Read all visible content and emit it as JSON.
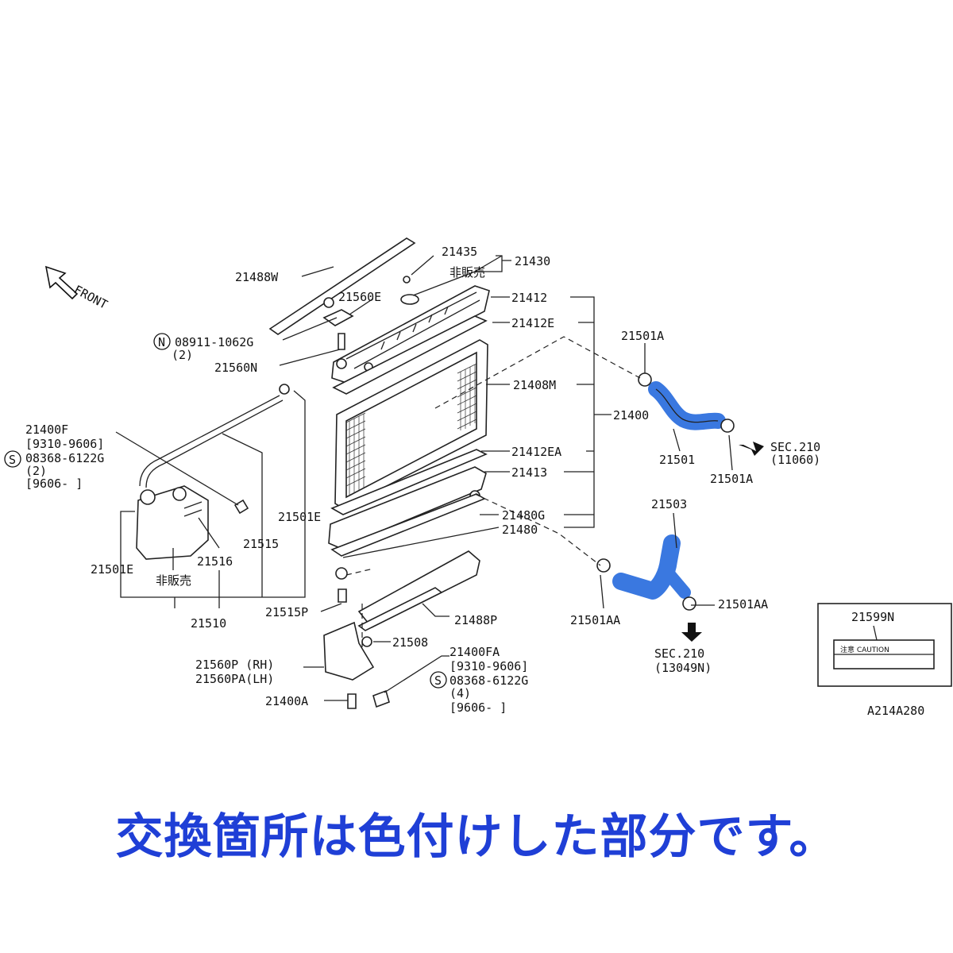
{
  "diagram": {
    "front_label": "FRONT",
    "part_numbers": {
      "p21488W": "21488W",
      "p21435": "21435",
      "p21430": "21430",
      "not_for_sale_1": "非販売",
      "p21560E": "21560E",
      "p21412": "21412",
      "p21412E": "21412E",
      "p08911": "08911-1062G",
      "p08911_qty": "(2)",
      "p21560N": "21560N",
      "p21501A_top": "21501A",
      "p21408M": "21408M",
      "p21400": "21400",
      "p21400F": "21400F",
      "p21400F_range1": "[9310-9606]",
      "p08368_a": "08368-6122G",
      "p08368_a_qty": "(2)",
      "p21400F_range2": "[9606-     ]",
      "p21412EA": "21412EA",
      "p21413": "21413",
      "p21501": "21501",
      "p21501A_bottom": "21501A",
      "sec210_a": "SEC.210",
      "sec210_a_ref": "(11060)",
      "p21503": "21503",
      "p21501E_right": "21501E",
      "p21515": "21515",
      "p21480G": "21480G",
      "p21480": "21480",
      "p21516": "21516",
      "p21501E_left": "21501E",
      "not_for_sale_2": "非販売",
      "p21510": "21510",
      "p21501AA_left": "21501AA",
      "p21501AA_right": "21501AA",
      "p21515P": "21515P",
      "p21488P": "21488P",
      "p21508": "21508",
      "p21400FA": "21400FA",
      "p21400FA_range1": "[9310-9606]",
      "p08368_b": "08368-6122G",
      "p08368_b_qty": "(4)",
      "p21400FA_range2": "[9606-     ]",
      "p21560P": "21560P (RH)",
      "p21560PA": "21560PA(LH)",
      "p21400A": "21400A",
      "sec210_b": "SEC.210",
      "sec210_b_ref": "(13049N)",
      "p21599N": "21599N",
      "label_text": "注意  CAUTION",
      "drawing_code": "A214A280",
      "circle_n": "N",
      "circle_s": "S"
    }
  },
  "caption": "交換箇所は色付けした部分です。",
  "colors": {
    "highlight": "#3a78e0",
    "caption": "#1f3fd6",
    "line": "#222222"
  }
}
